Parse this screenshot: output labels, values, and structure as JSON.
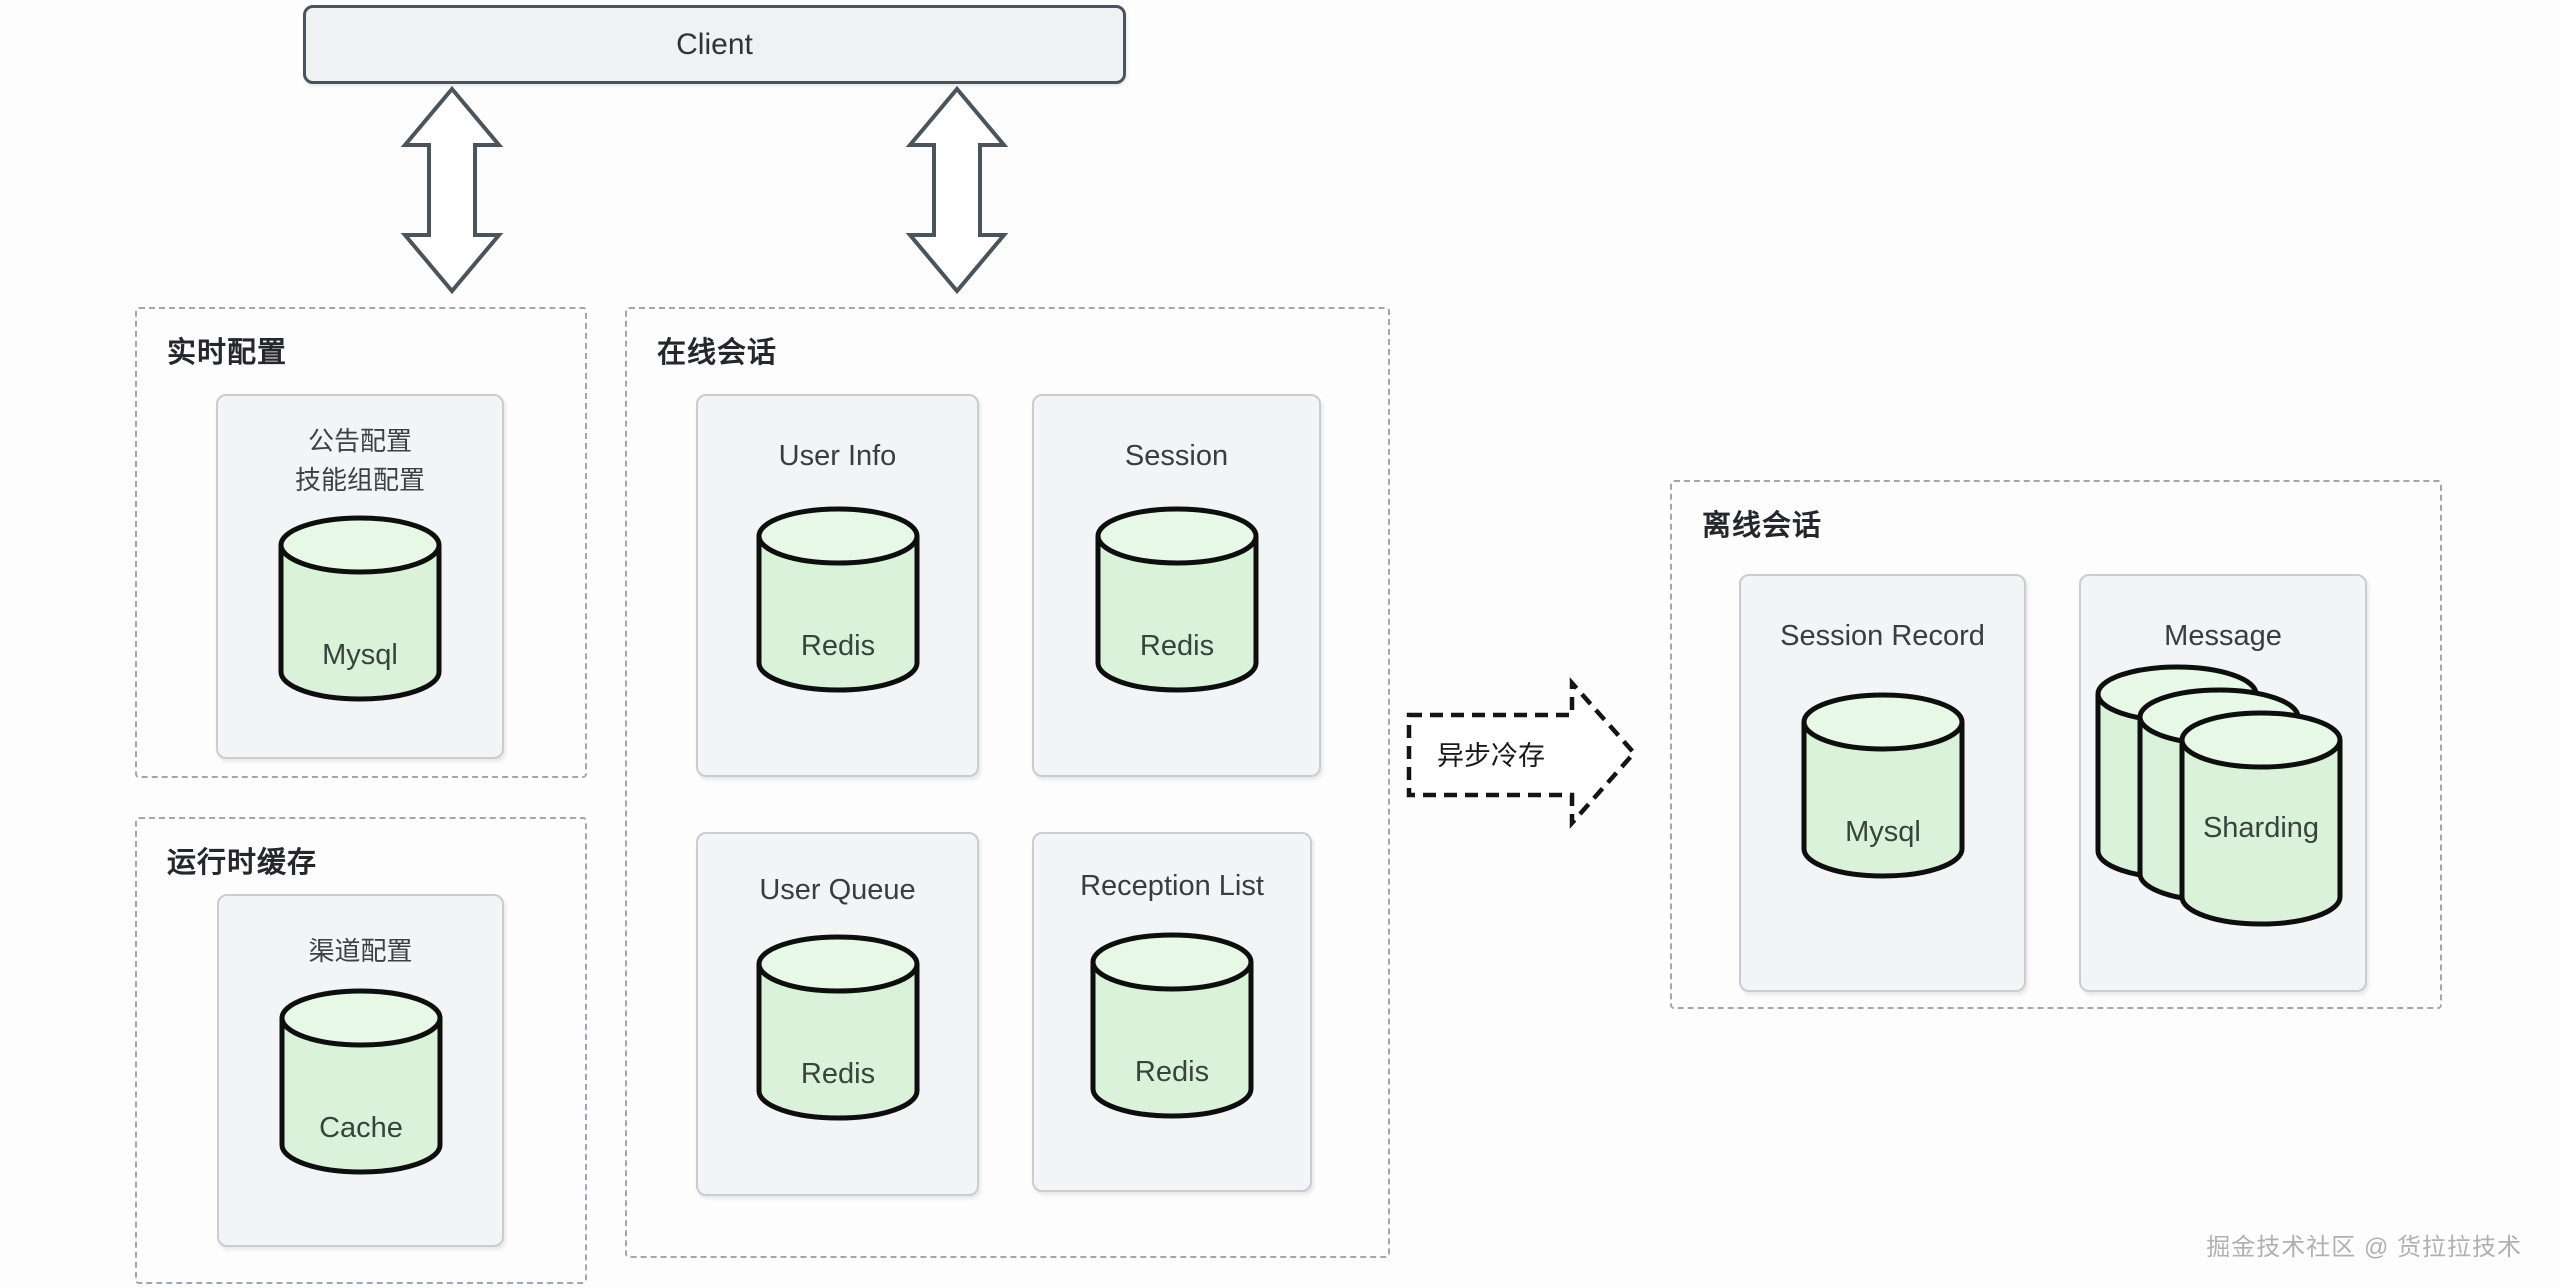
{
  "client": {
    "label": "Client"
  },
  "async_arrow": {
    "label": "异步冷存"
  },
  "watermark": {
    "text": "掘金技术社区 @ 货拉拉技术"
  },
  "groups": {
    "realtime": {
      "title": "实时配置",
      "card": {
        "lines": [
          "公告配置",
          "技能组配置"
        ],
        "db": "Mysql"
      }
    },
    "runtime": {
      "title": "运行时缓存",
      "card": {
        "lines": [
          "渠道配置"
        ],
        "db": "Cache"
      }
    },
    "online": {
      "title": "在线会话",
      "cards": [
        {
          "title": "User Info",
          "db": "Redis"
        },
        {
          "title": "Session",
          "db": "Redis"
        },
        {
          "title": "User Queue",
          "db": "Redis"
        },
        {
          "title": "Reception List",
          "db": "Redis"
        }
      ]
    },
    "offline": {
      "title": "离线会话",
      "cards": [
        {
          "title": "Session Record",
          "db": "Mysql"
        },
        {
          "title": "Message",
          "db": "Sharding"
        }
      ]
    }
  },
  "colors": {
    "cylinder_fill": "#d9f2d9",
    "cylinder_top_fill": "#e7f8e7",
    "card_fill": "#f2f4f5",
    "card_border": "#c9cdd2",
    "dashed_border": "#a2a7ae",
    "client_outline": "#4b535b",
    "arrow_outline": "#141414"
  }
}
